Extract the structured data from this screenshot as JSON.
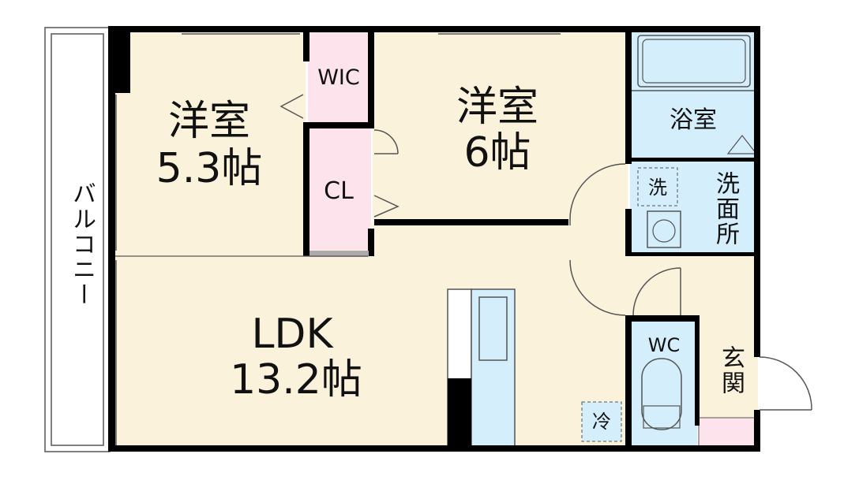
{
  "plan": {
    "rooms": {
      "western_room_1": {
        "name": "洋室",
        "size": "5.3帖"
      },
      "western_room_2": {
        "name": "洋室",
        "size": "6帖"
      },
      "ldk": {
        "name": "LDK",
        "size": "13.2帖"
      },
      "wic": "WIC",
      "closet": "CL",
      "bathroom": "浴室",
      "washroom": "洗面所",
      "washer": "洗",
      "toilet": "WC",
      "entrance": "玄関",
      "fridge": "冷",
      "balcony": "バルコニー"
    },
    "colors": {
      "floor": "#fbf2dc",
      "wet_area": "#d4eefb",
      "storage": "#fce3ec",
      "wall": "#000000",
      "line": "#555555"
    }
  }
}
